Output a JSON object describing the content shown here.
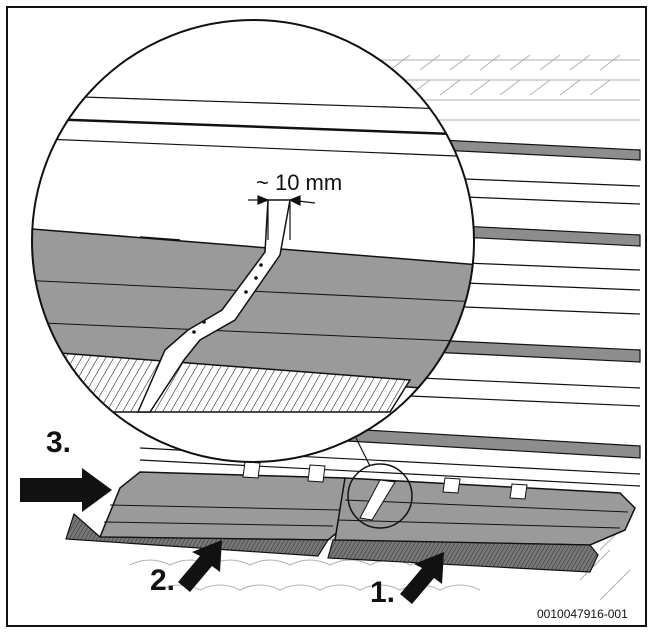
{
  "figure": {
    "step_labels": [
      "3.",
      "2.",
      "1."
    ],
    "dimension_label": "~ 10 mm",
    "figure_code": "0010047916-001"
  },
  "colors": {
    "panel": "#9a9a9a",
    "panel_dark": "#777777",
    "line": "#111111",
    "tile": "#bdbdbd"
  }
}
